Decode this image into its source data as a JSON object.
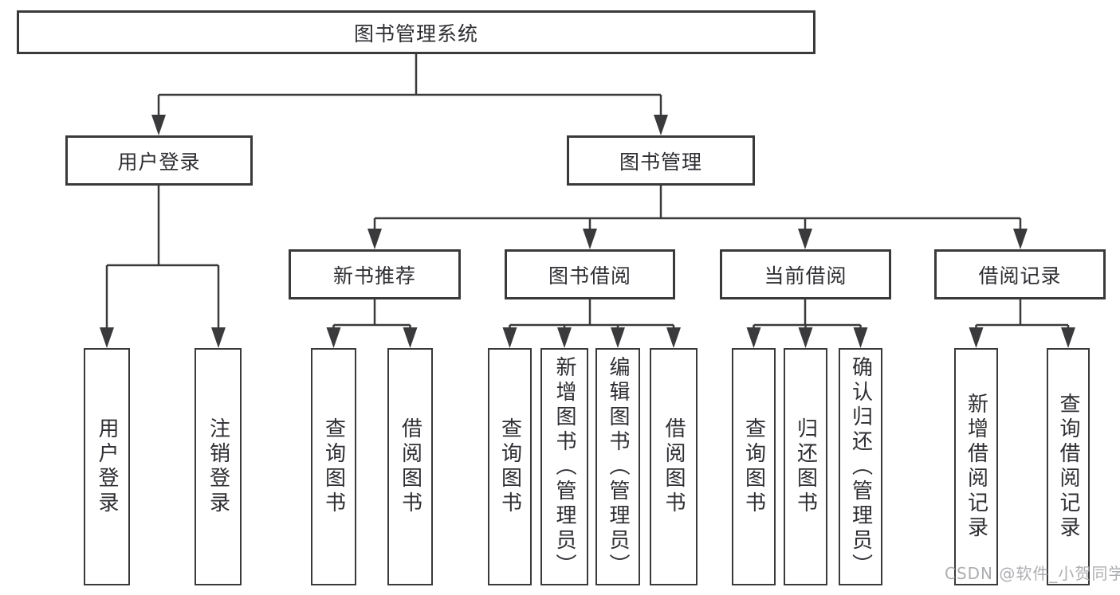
{
  "tree": {
    "root": {
      "label": "图书管理系统"
    },
    "children": [
      {
        "label": "用户登录",
        "children": [
          {
            "label": "用户登录"
          },
          {
            "label": "注销登录"
          }
        ]
      },
      {
        "label": "图书管理",
        "children": [
          {
            "label": "新书推荐",
            "children": [
              {
                "label": "查询图书"
              },
              {
                "label": "借阅图书"
              }
            ]
          },
          {
            "label": "图书借阅",
            "children": [
              {
                "label": "查询图书"
              },
              {
                "label": "新增图书（管理员）"
              },
              {
                "label": "编辑图书（管理员）"
              },
              {
                "label": "借阅图书"
              }
            ]
          },
          {
            "label": "当前借阅",
            "children": [
              {
                "label": "查询图书"
              },
              {
                "label": "归还图书"
              },
              {
                "label": "确认归还（管理员）"
              }
            ]
          },
          {
            "label": "借阅记录",
            "children": [
              {
                "label": "新增借阅记录"
              },
              {
                "label": "查询借阅记录"
              }
            ]
          }
        ]
      }
    ]
  },
  "watermark": {
    "text": "CSDN @软件_小贺同学"
  },
  "colors": {
    "box_border": "#3a3a3c",
    "line": "#3a3a3c",
    "text": "#2e2e33",
    "watermark": "#9fa0a4",
    "background": "#ffffff"
  }
}
